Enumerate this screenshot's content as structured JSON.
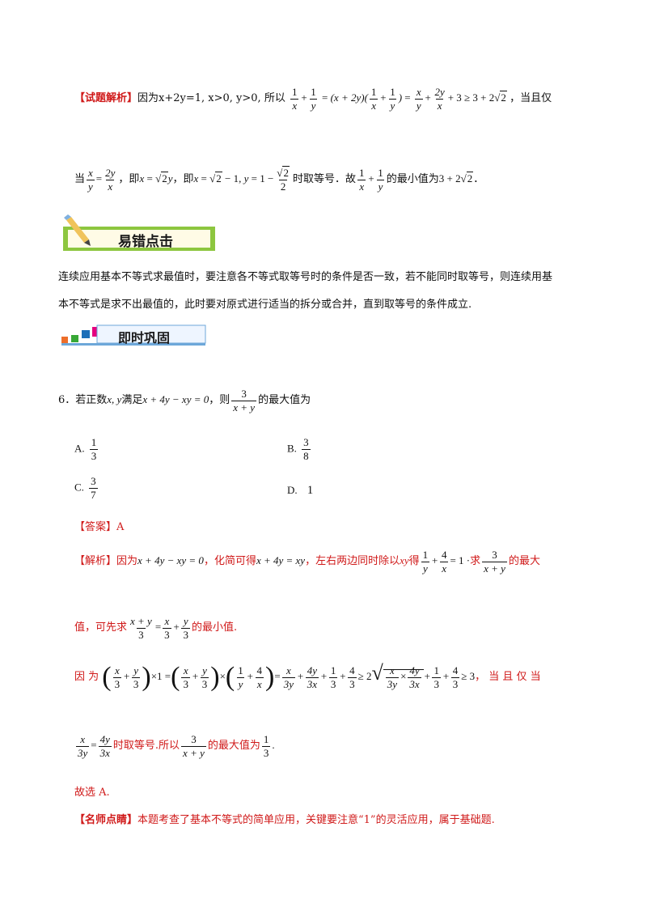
{
  "analysis1": {
    "tag": "【试题解析】",
    "text1": "因为x+2y=1, x>0, y>0, 所以",
    "text2": "，当且仅",
    "text3": "当",
    "text4": "，即",
    "text5": "，即",
    "text6": "时取等号．故",
    "text7": "的最小值为"
  },
  "banner1": {
    "label": "易错点击"
  },
  "errorNote": {
    "line1": "连续应用基本不等式求最值时，要注意各不等式取等号时的条件是否一致，若不能同时取等号，则连续用基",
    "line2": "本不等式是求不出最值的，此时要对原式进行适当的拆分或合并，直到取等号的条件成立."
  },
  "banner2": {
    "label": "即时巩固"
  },
  "question": {
    "number": "6．若正数",
    "vars": "x, y",
    "cond_label": "满足",
    "condition": "x + 4y − xy = 0",
    "tail1": "，则",
    "tail2": "的最大值为",
    "choices": [
      {
        "label": "A.",
        "num": "1",
        "den": "3"
      },
      {
        "label": "B.",
        "num": "3",
        "den": "8"
      },
      {
        "label": "C.",
        "num": "3",
        "den": "7"
      },
      {
        "label": "D.",
        "value": "1"
      }
    ]
  },
  "answer": {
    "text": "【答案】A"
  },
  "solution": {
    "tag": "【解析】",
    "t1": "因为",
    "eq1": "x + 4y − xy = 0",
    "t2": "，化简可得",
    "eq2": "x + 4y = xy",
    "t3": "，左右两边同时除以",
    "xy": "xy",
    "t4": "得",
    "t5": "求",
    "t6": "的最大",
    "t7": "值，可先求",
    "t8": "的最小值.",
    "t9": "因  为",
    "t10": "，  当  且  仅  当",
    "t11": "时取等号.所以",
    "t12": "的最大值为",
    "t13": "故选 A."
  },
  "comment": {
    "tag": "【名师点睛】",
    "text": "本题考查了基本不等式的简单应用，关键要注意“1”的灵活应用，属于基础题."
  },
  "colors": {
    "red": "#d01a1a",
    "banner_green": "#8dc63f"
  }
}
